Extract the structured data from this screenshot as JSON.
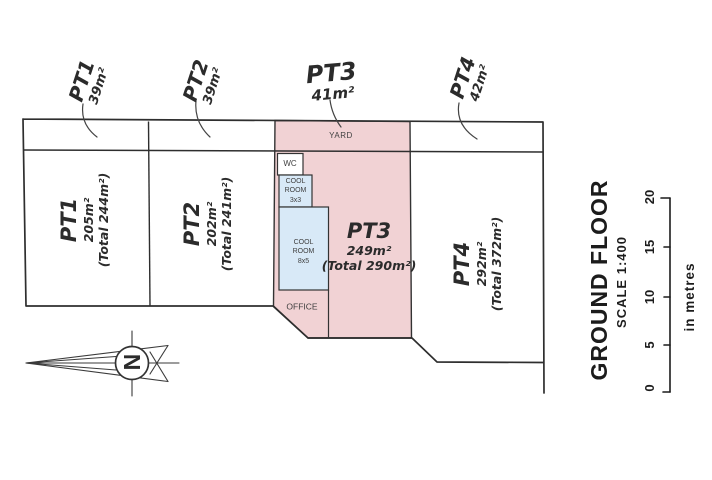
{
  "title_labels": {
    "pt1": {
      "name": "PT1",
      "area": "39m²"
    },
    "pt2": {
      "name": "PT2",
      "area": "39m²"
    },
    "pt3": {
      "name": "PT3",
      "area": "41m²"
    },
    "pt4": {
      "name": "PT4",
      "area": "42m²"
    }
  },
  "lots": {
    "pt1": {
      "name": "PT1",
      "area": "205m²",
      "total": "(Total 244m²)"
    },
    "pt2": {
      "name": "PT2",
      "area": "202m²",
      "total": "(Total 241m²)"
    },
    "pt3": {
      "name": "PT3",
      "area": "249m²",
      "total": "(Total 290m²)"
    },
    "pt4": {
      "name": "PT4",
      "area": "292m²",
      "total": "(Total 372m²)"
    }
  },
  "rooms": {
    "yard": "YARD",
    "wc": "WC",
    "cool_room_small": "COOL\nROOM\n3x3",
    "cool_room_large": "COOL\nROOM\n8x5",
    "office": "OFFICE"
  },
  "compass": {
    "north": "N"
  },
  "sidebar": {
    "title": "GROUND FLOOR",
    "scale": "SCALE 1:400",
    "unit_label": "in metres",
    "ticks": [
      "20",
      "15",
      "10",
      "5",
      "0"
    ]
  },
  "colors": {
    "lot_highlight": "#f1d2d4",
    "room_highlight": "#d8e9f7",
    "line": "#333333"
  }
}
